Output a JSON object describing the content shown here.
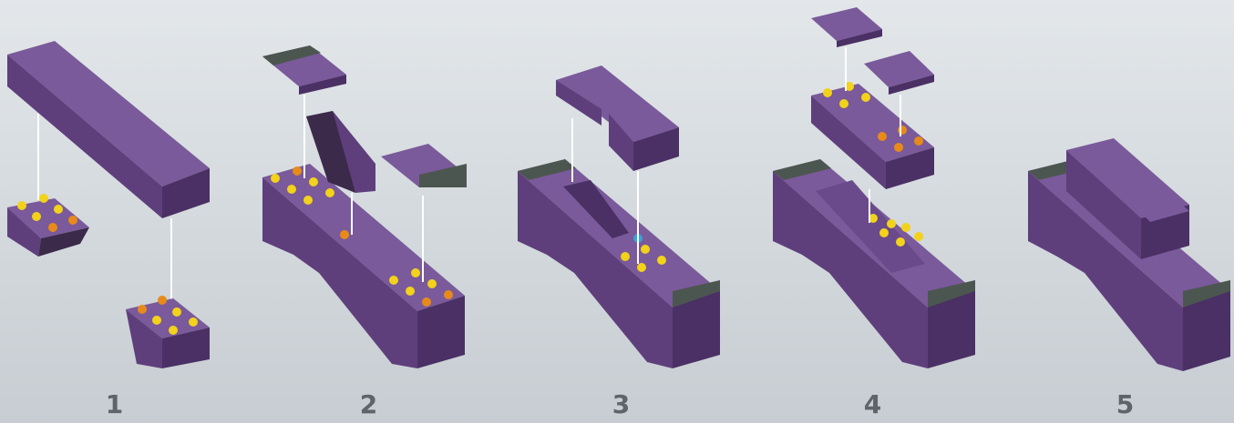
{
  "steps": [
    {
      "number": "1"
    },
    {
      "number": "2"
    },
    {
      "number": "3"
    },
    {
      "number": "4"
    },
    {
      "number": "5"
    }
  ],
  "colors": {
    "brick_top": "#7a5a9a",
    "brick_front": "#5e3f7c",
    "brick_side": "#4a3064",
    "stud_highlight": "#f2d21b",
    "stud_orange": "#e88a1a",
    "tile_grey": "#4c5650",
    "connector_line": "#ffffff"
  }
}
